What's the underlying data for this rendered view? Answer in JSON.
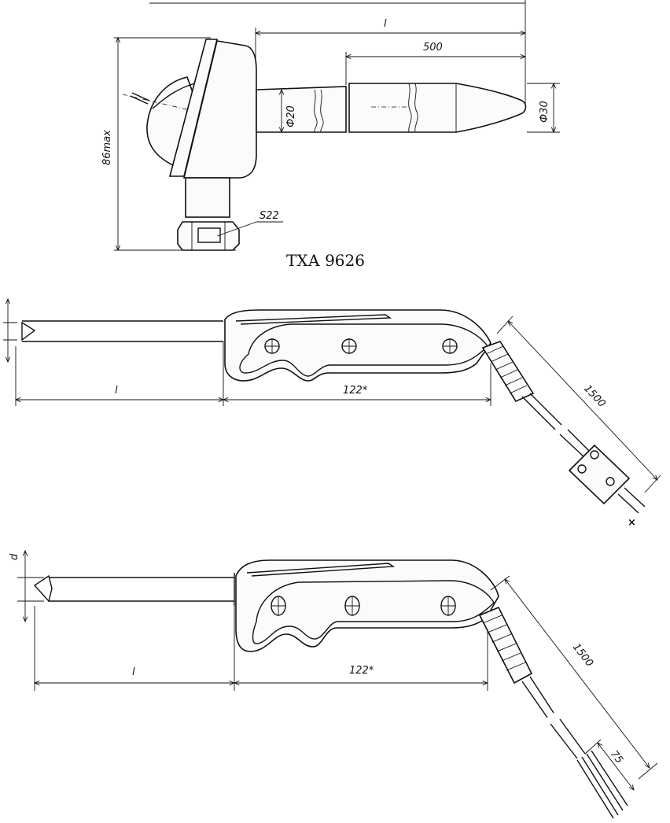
{
  "figure1": {
    "caption": "ТХА 9626",
    "dim_length": "l",
    "dim_500": "500",
    "dim_d20": "Ф20",
    "dim_d30": "Ф30",
    "dim_height": "86max",
    "dim_s22": "S22"
  },
  "figure2": {
    "dim_length": "l",
    "dim_handle": "122*",
    "dim_cable": "1500",
    "mark": "×"
  },
  "figure3": {
    "dim_d": "d",
    "dim_length": "l",
    "dim_handle": "122*",
    "dim_cable": "1500",
    "dim_lead": "75"
  }
}
